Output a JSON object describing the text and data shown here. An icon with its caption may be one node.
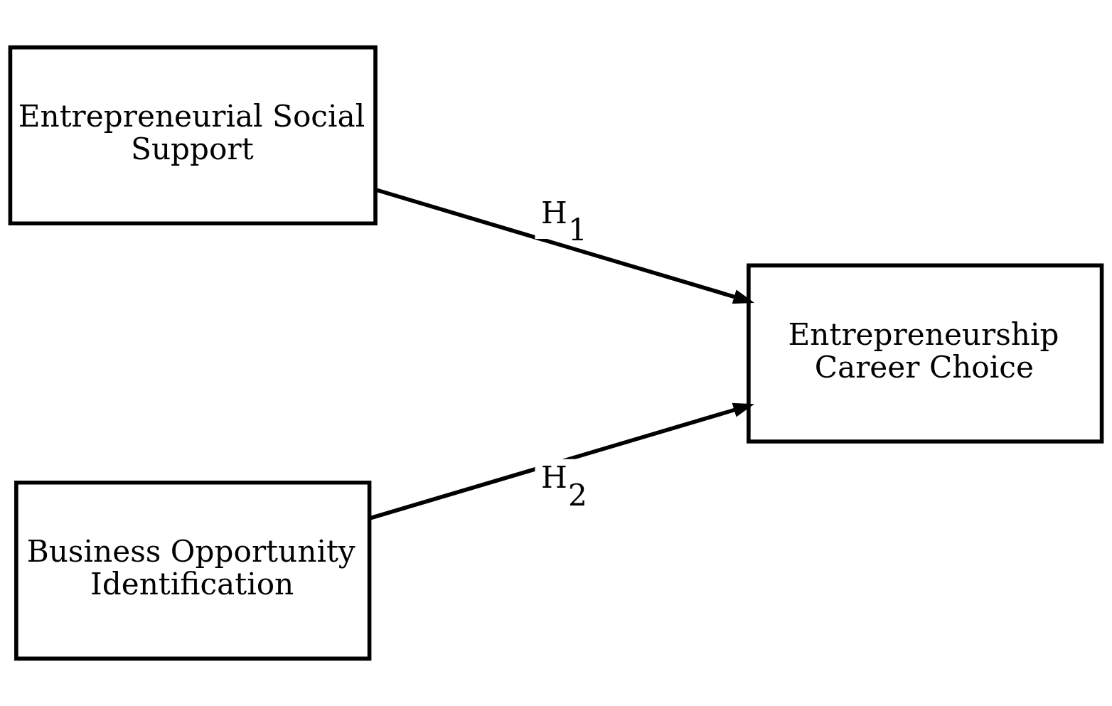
{
  "diagram": {
    "nodes": [
      {
        "text": [
          "Entrepreneurial Social Support"
        ]
      },
      {
        "text": [
          "Business Opportunity Identification"
        ]
      },
      {
        "text": [
          "Entrepreneurship Career Choice"
        ]
      }
    ],
    "edges": [
      {
        "from": 0,
        "to": 2,
        "arrow": "to",
        "label": "H$_{1}$"
      },
      {
        "from": 1,
        "to": 2,
        "arrow": "to",
        "label": "H$_{2}$"
      }
    ]
  }
}
